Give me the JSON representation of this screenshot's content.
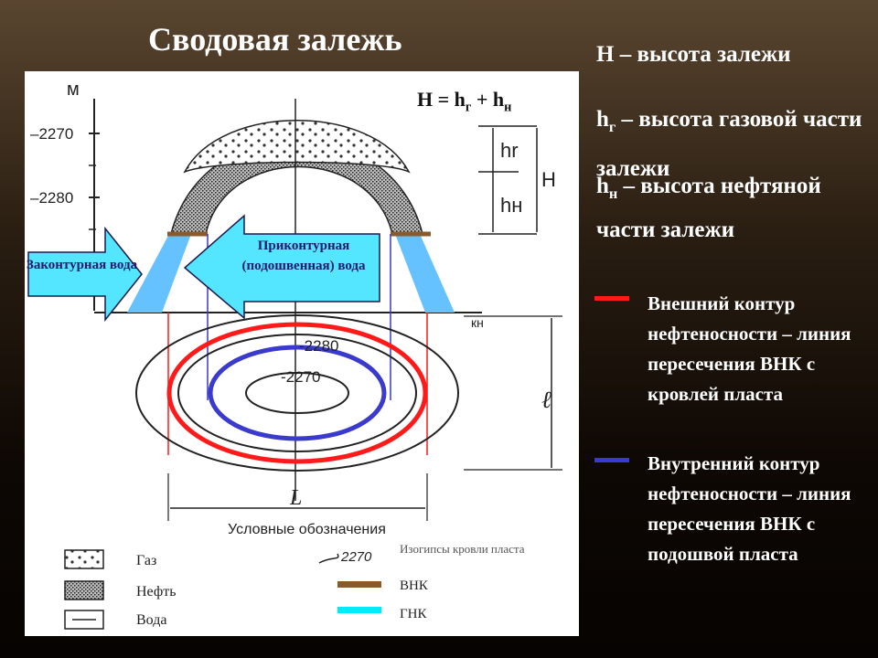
{
  "slide": {
    "title": "Сводовая залежь"
  },
  "formula": {
    "lhs": "H = h",
    "g": "г",
    "plus": " + h",
    "n": "н"
  },
  "definitions": {
    "H": "H – высота залежи",
    "hg_sym": "h",
    "hg_sub": "г",
    "hg_text": " – высота газовой части залежи",
    "hn_sym": "h",
    "hn_sub": "н",
    "hn_text": " – высота нефтяной части залежи",
    "outer": "Внешний контур нефтеносности – линия пересечения ВНК с кровлей пласта",
    "inner": "Внутренний контур нефтеносности – линия пересечения ВНК с подошвой пласта"
  },
  "callouts": {
    "outer_water": "Законтурная вода",
    "edge_water": "Приконтурная (подошвенная) вода"
  },
  "axis": {
    "unit": "м",
    "tick1": "–2270",
    "tick2": "–2280"
  },
  "labels": {
    "hr": "hr",
    "hn": "hн",
    "H": "H",
    "bottom_letter": "L",
    "side_letter": "ℓ",
    "kn": "кн",
    "contour1": "-2280",
    "contour2": "-2270",
    "conventional": "Условные обозначения"
  },
  "legend": {
    "gas": "Газ",
    "oil": "Нефть",
    "water": "Вода",
    "isohypse_num": "2270",
    "isohypse_text": "Изогипсы кровли пласта",
    "vnk": "ВНК",
    "gnk": "ГНК"
  },
  "colors": {
    "red_contour": "#ff1a1a",
    "blue_contour": "#3a3acc",
    "cyan_callout": "#55e6ff",
    "water_blue": "#66c2ff",
    "vnk_brown": "#8b5a2b",
    "gnk_cyan": "#00eaff"
  }
}
